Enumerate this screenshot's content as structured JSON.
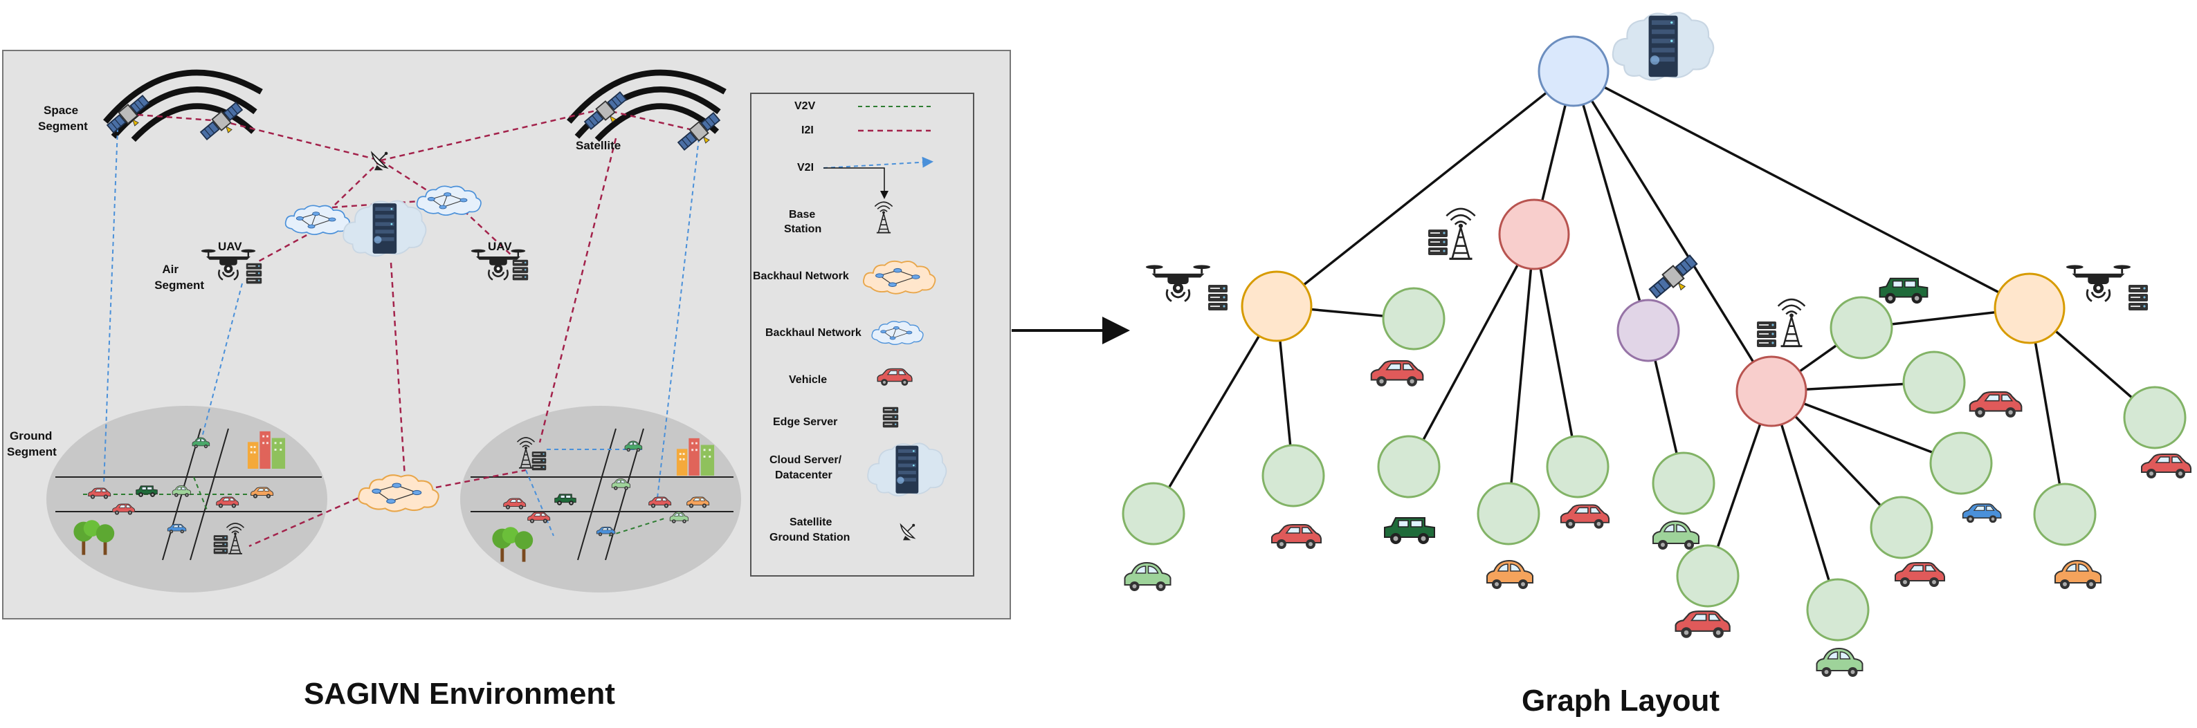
{
  "captions": {
    "left": "SAGIVN Environment",
    "right": "Graph Layout"
  },
  "segments": {
    "space_line1": "Space",
    "space_line2": "Segment",
    "air_line1": "Air",
    "air_line2": "Segment",
    "ground_line1": "Ground",
    "ground_line2": "Segment",
    "satellite": "Satellite",
    "uav_left": "UAV",
    "uav_right": "UAV"
  },
  "legend": {
    "v2v": "V2V",
    "i2i": "I2I",
    "v2i": "V2I",
    "base_station_line1": "Base",
    "base_station_line2": "Station",
    "backhaul_1": "Backhaul Network",
    "backhaul_2": "Backhaul Network",
    "vehicle": "Vehicle",
    "edge_server": "Edge Server",
    "cloud_line1": "Cloud Server/",
    "cloud_line2": "Datacenter",
    "sat_gs_line1": "Satellite",
    "sat_gs_line2": "Ground Station"
  },
  "colors": {
    "panel_bg": "#e3e3e3",
    "v2v": "#2e7d32",
    "i2i": "#a3224b",
    "v2i": "#4a90d9",
    "root_node": "#dae8fc",
    "root_stroke": "#6c8ebf",
    "uav_node": "#ffe6cc",
    "uav_stroke": "#d79b00",
    "bs_node": "#f8cecc",
    "bs_stroke": "#b85450",
    "sat_node": "#e1d5e7",
    "sat_stroke": "#9673a6",
    "vehicle_node": "#d5e8d4",
    "vehicle_stroke": "#82b366"
  },
  "icons": [
    "satellite-icon",
    "uav-icon",
    "server-icon",
    "cloud-icon",
    "base-station-icon",
    "car-icon",
    "building-icon",
    "tree-icon",
    "satellite-dish-icon",
    "backhaul-network-icon"
  ]
}
